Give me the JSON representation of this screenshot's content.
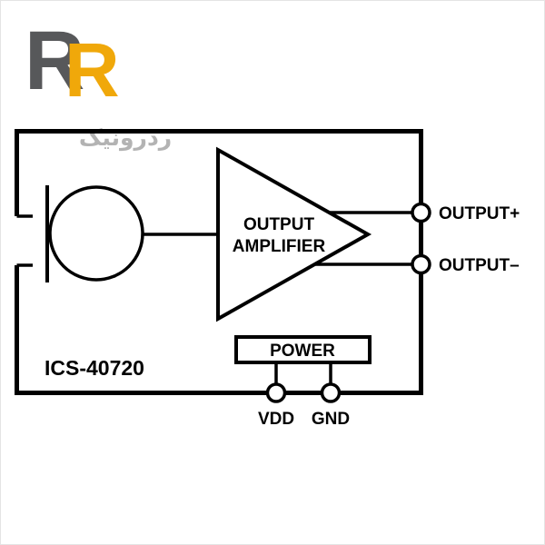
{
  "logo": {
    "letter_primary": "R",
    "letter_secondary": "R",
    "subtitle": "ردرونیک",
    "color_gray": "#57585a",
    "color_yellow": "#f0a80a",
    "subtitle_color": "#b3b3b3"
  },
  "diagram": {
    "chip_label": "ICS-40720",
    "amplifier_line1": "OUTPUT",
    "amplifier_line2": "AMPLIFIER",
    "power_label": "POWER",
    "pin_output_plus": "OUTPUT+",
    "pin_output_minus": "OUTPUT–",
    "pin_vdd": "VDD",
    "pin_gnd": "GND"
  }
}
